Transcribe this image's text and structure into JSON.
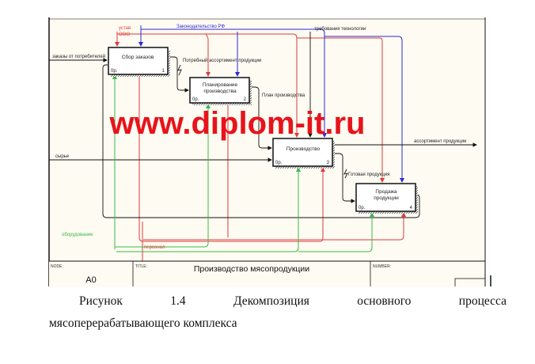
{
  "diagram": {
    "boxes": [
      {
        "title": "Сбор заказов",
        "cost": "0р.",
        "number": "1"
      },
      {
        "title_line1": "Планирование",
        "title_line2": "производства",
        "cost": "0р.",
        "number": "2"
      },
      {
        "title": "Производство",
        "cost": "0р.",
        "number": "3"
      },
      {
        "title_line1": "Продажа",
        "title_line2": "продукции",
        "cost": "0р.",
        "number": "4"
      }
    ],
    "arrows": {
      "ustav": "устав",
      "ooo": "ООО",
      "law": "Законодательство РФ",
      "tech": "требования технологии",
      "orders": "заказы от потребителей",
      "need": "Потребный ассортимент продукции",
      "plan": "План производства",
      "raw": "сырье",
      "assortment": "ассортимент продукции",
      "finished": "Готовая продукция",
      "equipment": "оборудование",
      "staff": "персонал"
    },
    "footer": {
      "node_label": "NODE:",
      "node_value": "A0",
      "title_label": "TITLE:",
      "title_value": "Производство  мясопродукции",
      "number_label": "NUMBER:"
    },
    "watermark": "www.diplom-it.ru",
    "colors": {
      "red": "#e03a3a",
      "blue": "#2a2ad8",
      "green": "#3cb84a",
      "watermark": "#e8131b",
      "paper": "#fdfbf2"
    }
  },
  "caption": {
    "words": [
      "Рисунок",
      "1.4",
      "Декомпозиция",
      "основного",
      "процесса"
    ],
    "line2": "мясоперерабатывающего комплекса"
  }
}
